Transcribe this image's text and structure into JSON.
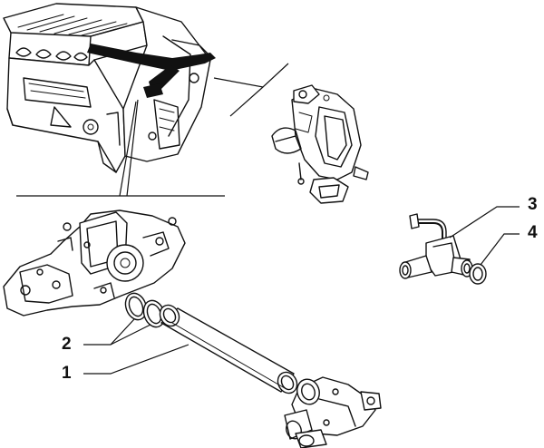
{
  "diagram": {
    "callouts": [
      {
        "id": "1",
        "label": "1"
      },
      {
        "id": "2",
        "label": "2"
      },
      {
        "id": "3",
        "label": "3"
      },
      {
        "id": "4",
        "label": "4"
      }
    ]
  },
  "colors": {
    "line": "#111111",
    "background": "#ffffff",
    "highlight": "#111111"
  },
  "icons": {
    "engine_block": "engine-block-illustration",
    "thermostat_housing": "thermostat-housing-illustration",
    "water_pump": "water-pump-illustration",
    "coolant_pipe": "coolant-pipe-illustration",
    "o_ring_pair": "o-ring-pair-illustration",
    "pipe_union": "pipe-union-illustration",
    "seal_ring": "seal-ring-illustration",
    "outlet_housing": "outlet-housing-illustration"
  }
}
